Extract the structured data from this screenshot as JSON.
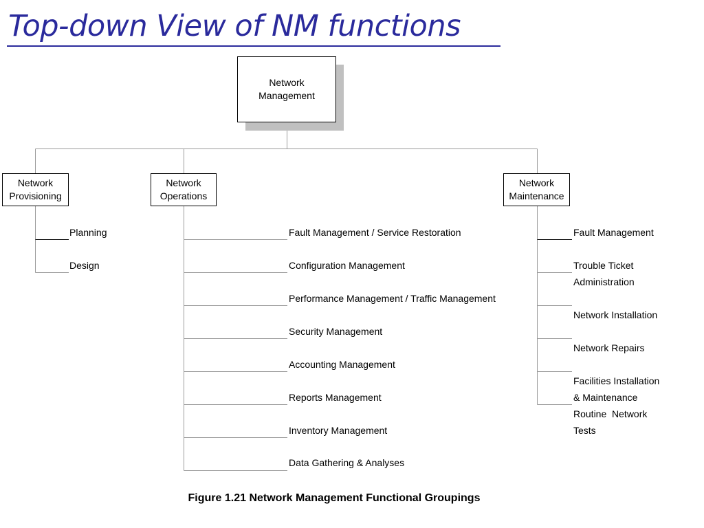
{
  "title": "Top-down View of NM functions",
  "colors": {
    "title": "#2a2a9c",
    "shadow": "#c0c0c0",
    "connector": "#9a9a9a"
  },
  "root": {
    "line1": "Network",
    "line2": "Management"
  },
  "provisioning": {
    "line1": "Network",
    "line2": "Provisioning",
    "items": [
      "Planning",
      "Design"
    ]
  },
  "operations": {
    "line1": "Network",
    "line2": "Operations",
    "items": [
      "Fault Management / Service Restoration",
      "Configuration Management",
      "Performance Management / Traffic Management",
      "Security Management",
      "Accounting Management",
      "Reports Management",
      "Inventory Management",
      "Data Gathering & Analyses"
    ]
  },
  "maintenance": {
    "line1": "Network",
    "line2": "Maintenance",
    "items": [
      "Fault Management",
      "Trouble Ticket",
      "Administration",
      "Network Installation",
      "Network Repairs",
      "Facilities Installation",
      "& Maintenance",
      "Routine  Network",
      "Tests"
    ]
  },
  "caption": "Figure 1.21 Network Management Functional Groupings"
}
